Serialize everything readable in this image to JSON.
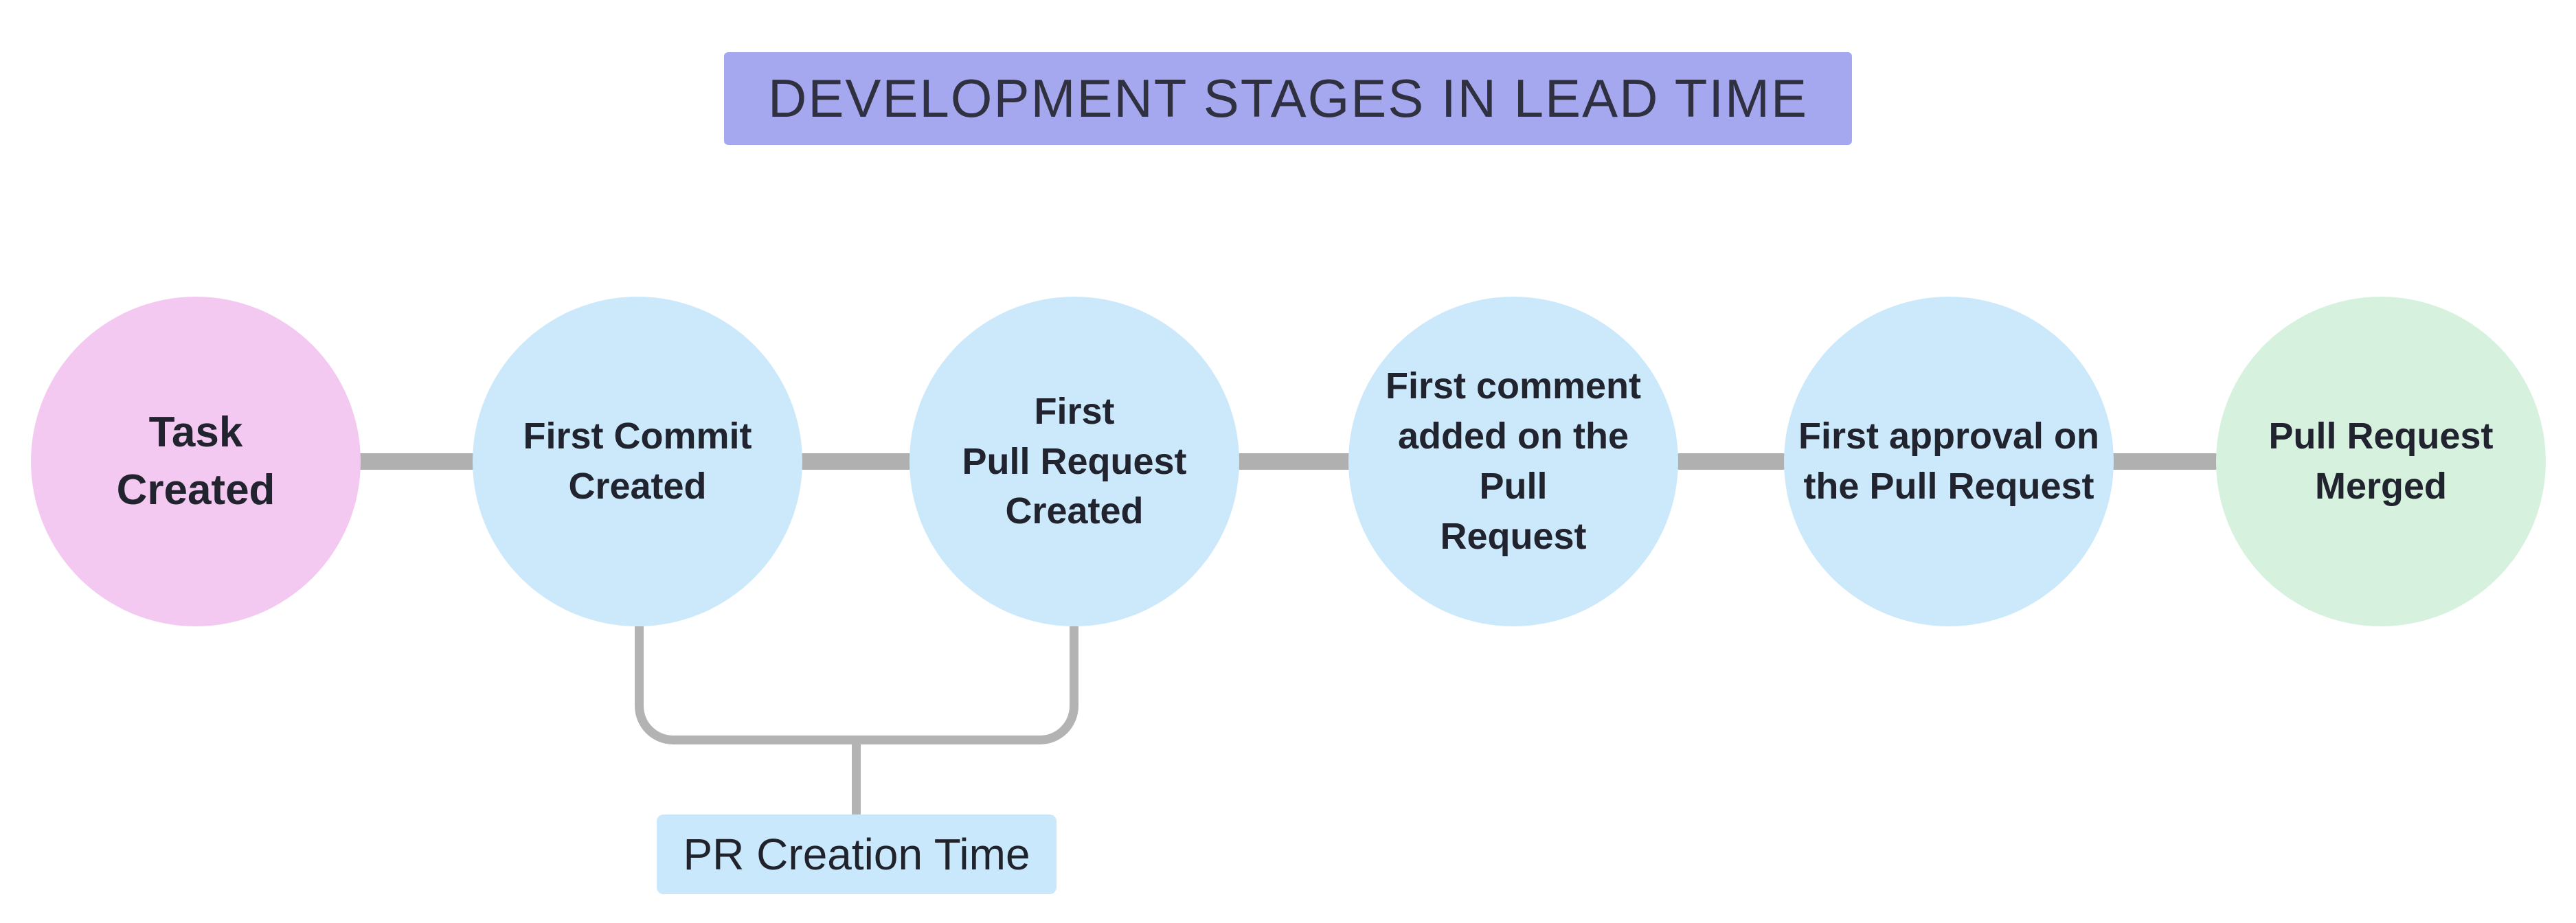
{
  "title": {
    "text": "DEVELOPMENT STAGES IN LEAD TIME",
    "bg_color": "#a5a8ef",
    "text_color": "#2f3040"
  },
  "stages": [
    {
      "label": "Task\nCreated",
      "color": "#f4c9f1"
    },
    {
      "label": "First Commit\nCreated",
      "color": "#cbe9fb"
    },
    {
      "label": "First\nPull Request\nCreated",
      "color": "#cbe9fb"
    },
    {
      "label": "First comment\nadded on the Pull\nRequest",
      "color": "#cbe9fb"
    },
    {
      "label": "First approval on\nthe Pull Request",
      "color": "#cbe9fb"
    },
    {
      "label": "Pull Request\nMerged",
      "color": "#d6f2df"
    }
  ],
  "connector_color": "#b0b0b0",
  "bracket_color": "#b3b3b3",
  "annotation": {
    "label": "PR Creation Time",
    "bg_color": "#c9e8fb"
  }
}
